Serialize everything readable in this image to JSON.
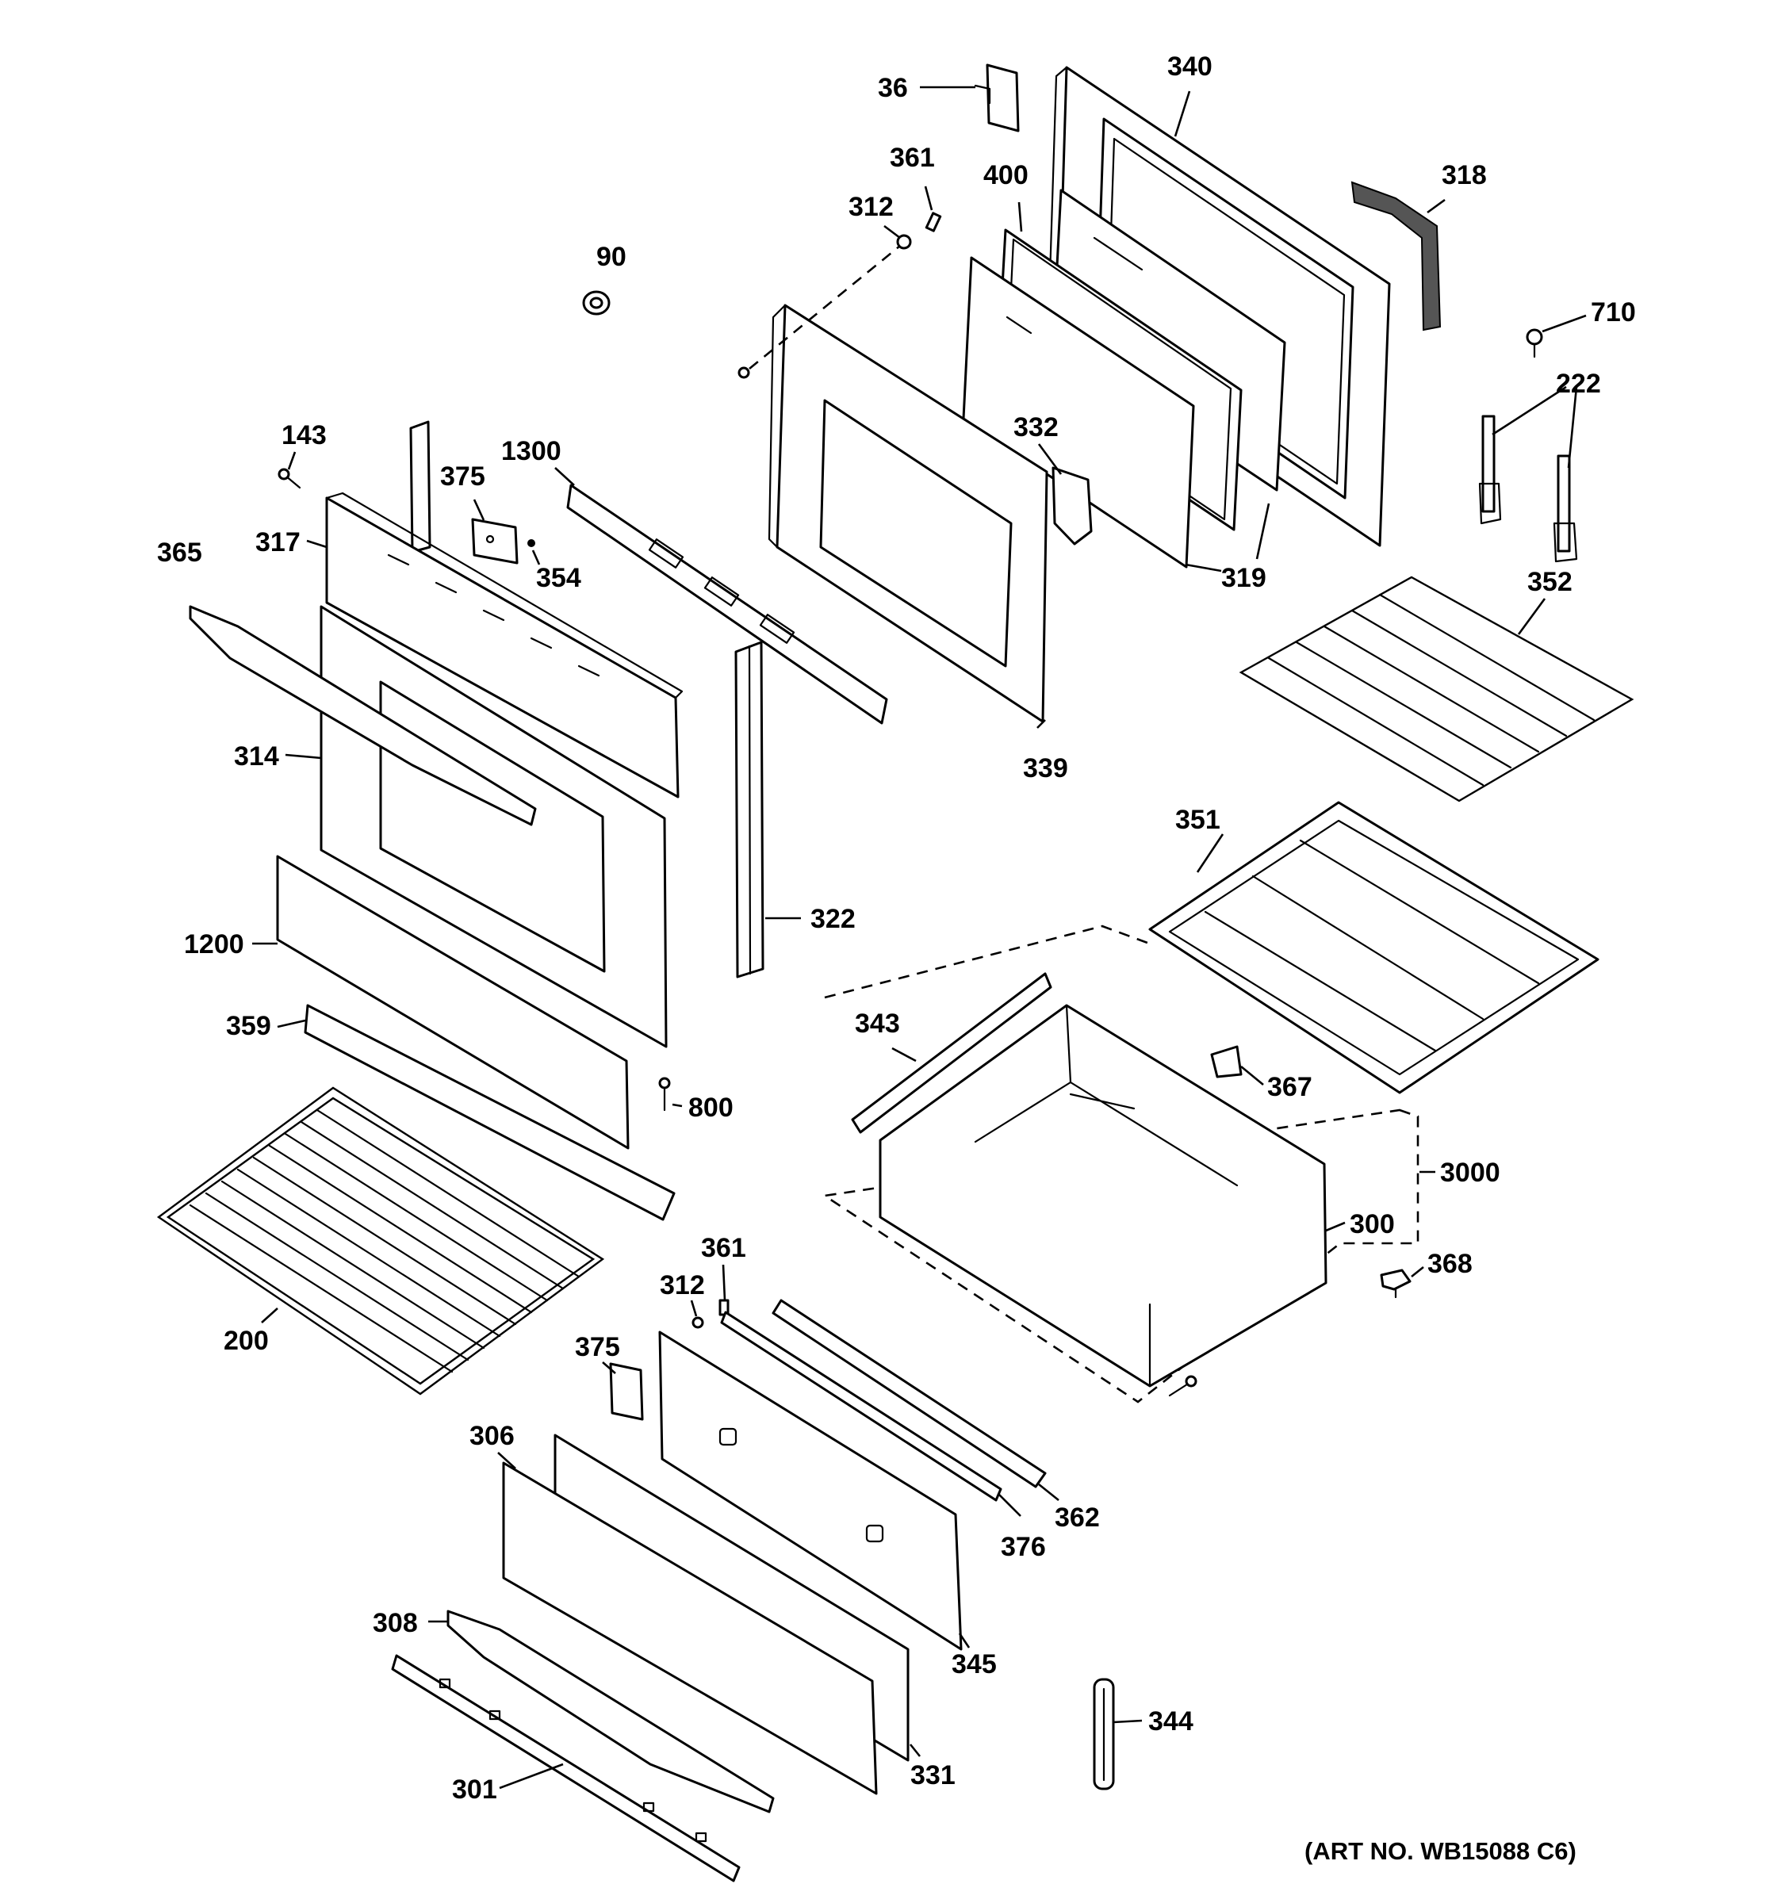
{
  "diagram": {
    "art_number": "(ART NO. WB15088 C6)",
    "labels": {
      "p36": "36",
      "p340": "340",
      "p361_top": "361",
      "p312_top": "312",
      "p400": "400",
      "p318": "318",
      "p90": "90",
      "p710": "710",
      "p222": "222",
      "p143": "143",
      "p375_top": "375",
      "p1300": "1300",
      "p332": "332",
      "p317": "317",
      "p354": "354",
      "p365": "365",
      "p319": "319",
      "p352": "352",
      "p314": "314",
      "p339": "339",
      "p351": "351",
      "p322": "322",
      "p1200": "1200",
      "p343": "343",
      "p359": "359",
      "p367": "367",
      "p800": "800",
      "p3000": "3000",
      "p300": "300",
      "p361_mid": "361",
      "p312_mid": "312",
      "p368": "368",
      "p200": "200",
      "p375_mid": "375",
      "p306": "306",
      "p362": "362",
      "p376": "376",
      "p308": "308",
      "p345": "345",
      "p344": "344",
      "p331": "331",
      "p301": "301"
    }
  }
}
